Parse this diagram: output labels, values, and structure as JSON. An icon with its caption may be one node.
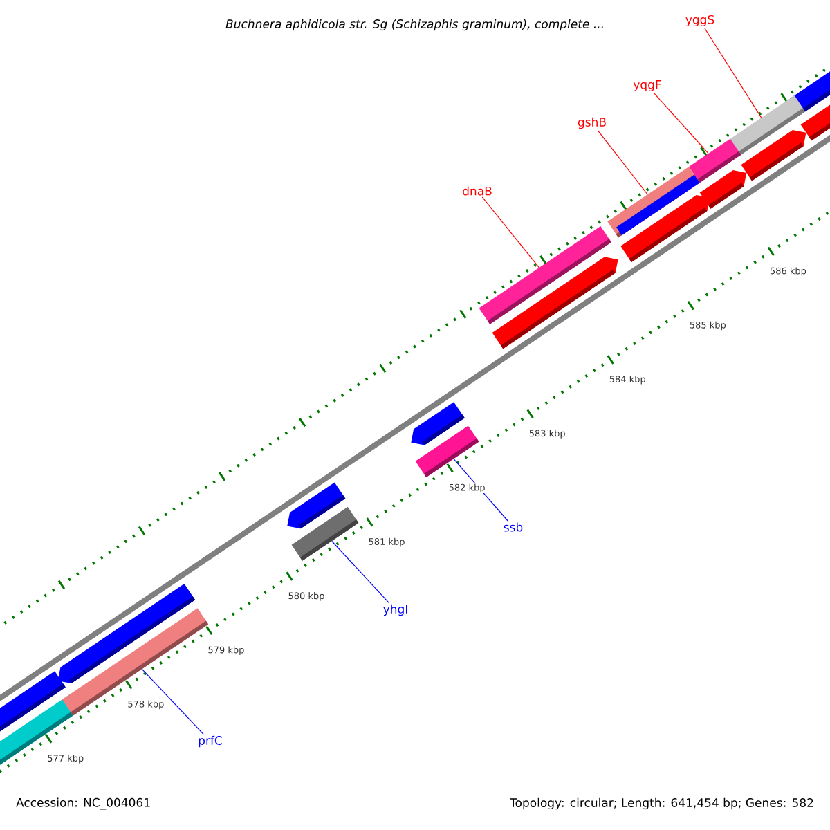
{
  "diagram": {
    "title": "Buchnera aphidicola str. Sg (Schizaphis graminum), complete ...",
    "nodes": [
      {
        "text": [
          "yggS"
        ]
      },
      {
        "text": [
          "yqgF"
        ]
      },
      {
        "text": [
          "gshB"
        ]
      },
      {
        "text": [
          "dnaB"
        ]
      },
      {
        "text": [
          "ssb"
        ]
      },
      {
        "text": [
          "yhgI"
        ]
      },
      {
        "text": [
          "prfC"
        ]
      },
      {
        "text": [],
        "shape": "bar"
      },
      {
        "text": [],
        "shape": "bar"
      },
      {
        "text": [],
        "shape": "bar"
      },
      {
        "text": [],
        "shape": "bar"
      },
      {
        "text": [],
        "shape": "bar"
      },
      {
        "text": [],
        "shape": "bar"
      },
      {
        "text": [],
        "shape": "bar"
      }
    ],
    "edges": [
      {
        "from": 0,
        "to": 7,
        "arrow": "none"
      },
      {
        "from": 1,
        "to": 8,
        "arrow": "none"
      },
      {
        "from": 2,
        "to": 9,
        "arrow": "none"
      },
      {
        "from": 3,
        "to": 10,
        "arrow": "none"
      },
      {
        "from": 4,
        "to": 11,
        "arrow": "none",
        "color": "#0000ff"
      },
      {
        "from": 5,
        "to": 12,
        "arrow": "none",
        "color": "#0000ff"
      },
      {
        "from": 6,
        "to": 13,
        "arrow": "none",
        "color": "#0000ff"
      }
    ],
    "labels": [
      "586 kbp",
      "585 kbp",
      "584 kbp",
      "583 kbp",
      "582 kbp",
      "581 kbp",
      "580 kbp",
      "579 kbp",
      "578 kbp",
      "577 kbp",
      "Accession: NC_004061",
      "Topology: circular; Length: 641,454 bp; Genes: 582"
    ]
  }
}
